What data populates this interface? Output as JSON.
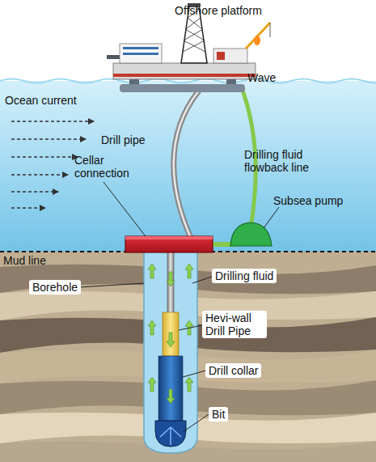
{
  "diagram": {
    "labels": [
      "Offshore platform",
      "Wave",
      "Ocean current",
      "Drill pipe",
      "Drilling fluid flowback line",
      "Cellar connection",
      "Subsea pump",
      "Mud line",
      "Borehole",
      "Drilling fluid",
      "Hevi-wall Drill Pipe",
      "Drill collar",
      "Bit"
    ]
  }
}
